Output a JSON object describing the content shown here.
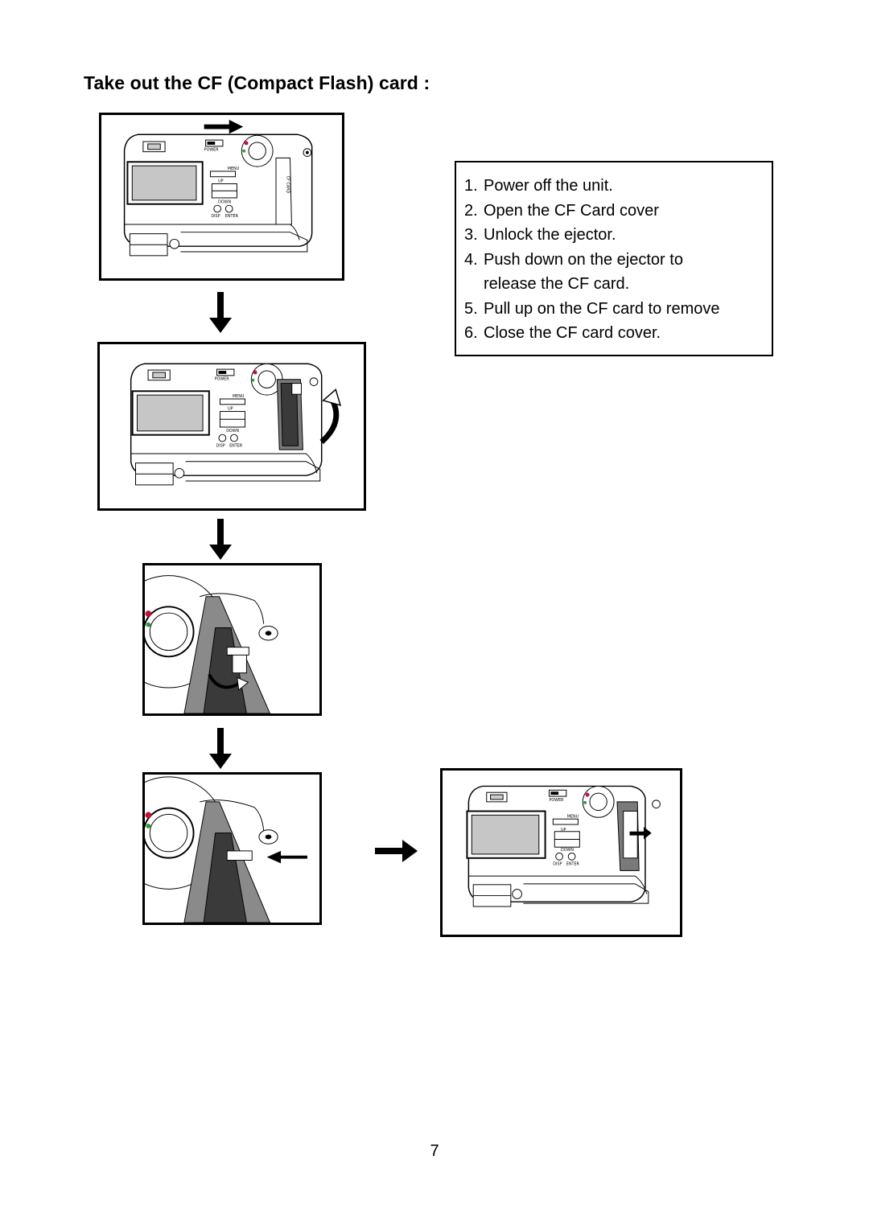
{
  "page": {
    "title": "Take out the CF (Compact Flash) card :",
    "page_number": "7"
  },
  "steps": [
    {
      "num": "1.",
      "text": "Power off the unit.",
      "cont": ""
    },
    {
      "num": "2.",
      "text": "Open the CF Card cover",
      "cont": ""
    },
    {
      "num": "3.",
      "text": "Unlock the ejector.",
      "cont": ""
    },
    {
      "num": "4.",
      "text": "Push down on the ejector to",
      "cont": "release the CF card."
    },
    {
      "num": "5.",
      "text": "Pull up on the CF card to remove",
      "cont": ""
    },
    {
      "num": "6.",
      "text": "Close the CF card cover.",
      "cont": ""
    }
  ],
  "camera_labels": {
    "power": "POWER",
    "menu": "MENU",
    "up": "UP",
    "down": "DOWN",
    "disp": "DISP",
    "enter": "ENTER",
    "cf_card": "CF CARD"
  },
  "icons": [
    "arrow-right-icon",
    "arrow-down-icon",
    "arrow-left-icon",
    "curved-arrow-icon"
  ]
}
